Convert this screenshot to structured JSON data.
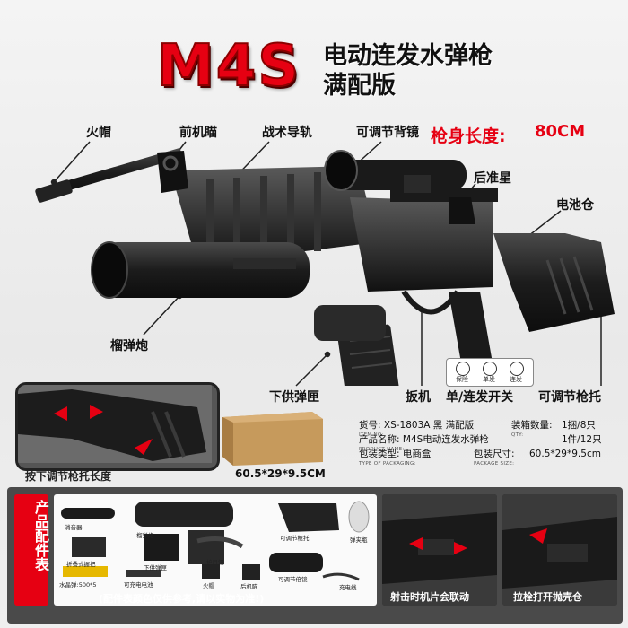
{
  "title": {
    "brand": "M4S",
    "subtitle_line1": "电动连发水弹枪",
    "subtitle_line2": "满配版"
  },
  "callouts": {
    "flash_hider": "火帽",
    "front_sight": "前机瞄",
    "tactical_rail": "战术导轨",
    "adjustable_scope": "可调节背镜",
    "barrel_length_label": "枪身长度:",
    "barrel_length_value": "80CM",
    "rear_sight": "后准星",
    "battery_compartment": "电池仓",
    "grenade_launcher": "榴弹炮",
    "magazine": "下供弹匣",
    "trigger": "扳机",
    "mode_switch": "单/连发开关",
    "adjustable_stock": "可调节枪托"
  },
  "mode_switch": {
    "options": [
      "保险",
      "单发",
      "连发"
    ],
    "icons": [
      "safety-icon",
      "single-fire-icon",
      "auto-fire-icon"
    ]
  },
  "stock_inset": {
    "caption": "按下调节枪托长度"
  },
  "package_box": {
    "size": "60.5*29*9.5CM"
  },
  "specs": {
    "item_no_label": "货号:",
    "item_no_en": "ITEM NO:",
    "item_no_value": "XS-1803A 黑 满配版",
    "qty_label": "装箱数量:",
    "qty_en": "QTY:",
    "qty_value_1": "1捆/8只",
    "qty_value_2": "1件/12只",
    "product_name_label": "产品名称:",
    "product_name_en": "PRODUCT NAME:",
    "product_name_value": "M4S电动连发水弹枪",
    "packaging_label": "包装类型:",
    "packaging_en": "TYPE OF PACKAGING:",
    "packaging_value": "电商盒",
    "package_size_label": "包装尺寸:",
    "package_size_en": "PACKAGE SIZE:",
    "package_size_value": "60.5*29*9.5cm"
  },
  "accessories": {
    "tab_title": "产品配件表",
    "items": [
      "消音器",
      "榴弹炮",
      "可调节枪托",
      "弹夹瓶",
      "折叠式握把",
      "下供弹匣",
      "护目镜",
      "水晶弹:500*5",
      "可充电电池",
      "火帽",
      "后机瞄",
      "可调节倍镜",
      "充电线"
    ],
    "note": "(配件表颜色仅供参考,请以实物为准!)"
  },
  "bottom_photos": [
    {
      "caption": "射击时机片会联动"
    },
    {
      "caption": "拉栓打开抛壳仓"
    }
  ],
  "colors": {
    "accent": "#e60012",
    "panel": "#4a4a4a",
    "gun": "#1a1a1a"
  }
}
